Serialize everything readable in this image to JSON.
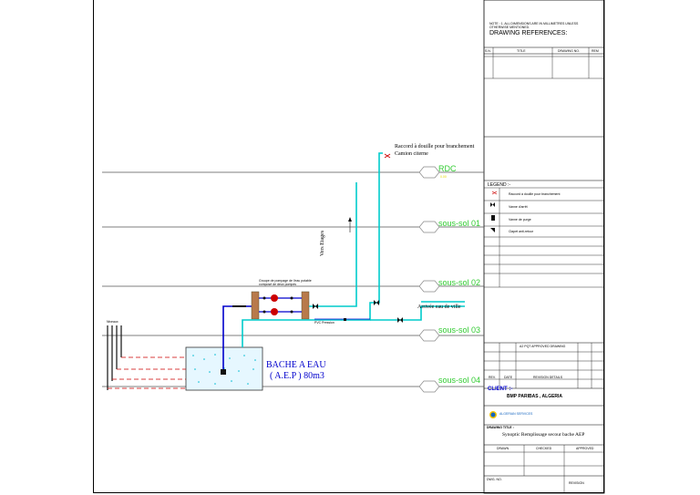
{
  "notes": {
    "note_line1": "NOTE : 1. ALL DIMENSIONS ARE IN MILLIMETRES UNLESS",
    "note_line2": "OTHERWISE MENTIONED.",
    "drawing_refs": "DRAWING REFERENCES:",
    "ref_headers": [
      "S.N.",
      "TITLE",
      "DRAWING NO.",
      "REM"
    ]
  },
  "legend": {
    "title": "LEGEND :-",
    "items": [
      {
        "icon": "coupling-icon",
        "label": "Raccord à douille pour branchement"
      },
      {
        "icon": "valve-icon",
        "label": "Vanne d'arrêt"
      },
      {
        "icon": "drain-valve-icon",
        "label": "Vanne de purge"
      },
      {
        "icon": "check-valve-icon",
        "label": "Clapet anti-retour"
      }
    ]
  },
  "revisions": {
    "row_labels": "A2 PQT APPROVED DRAWING",
    "headers": [
      "REV.",
      "DATE",
      "REVISION DETAILS"
    ]
  },
  "client": {
    "label": "CLIENT :-",
    "name": "BMP PARIBAS , ALGERIA",
    "logo_text": "ALGERIAN SERVICES"
  },
  "drawing": {
    "title_label": "DRAWING TITLE :",
    "title": "Synoptic Remplissage  secour bache AEP",
    "sign_headers": [
      "DRAWN",
      "CHECKED",
      "APPROVED"
    ],
    "dwg_no_label": "DWG. NO.",
    "revision_label": "REVISION"
  },
  "diagram": {
    "levels": [
      "RDC",
      "sous-sol 01",
      "sous-sol 02",
      "sous-sol 03",
      "sous-sol 04"
    ],
    "level_elev": "0.00",
    "tank_label1": "BACHE A EAU",
    "tank_label2": "( A.E.P ) 80m3",
    "connection_label1": "Raccord à douille pour branchement",
    "connection_label2": "Camion citerne",
    "to_floors": "Vers Etages",
    "city_inlet": "Arrivée eau de ville",
    "pipe_label": "PVC Pression",
    "pump_note": "Groupe de pompage de l'eau potable composé de deux pompes",
    "niveaux_label": "Niveaux"
  },
  "colors": {
    "cyan_pipe": "#00cccc",
    "blue_pipe": "#0000cc",
    "level_text": "#33cc33",
    "tank_fill": "#e6f7ff",
    "tank_dots": "#00bcd4",
    "level_marker_line": "#ff0000",
    "tank_text": "#0000cc"
  }
}
